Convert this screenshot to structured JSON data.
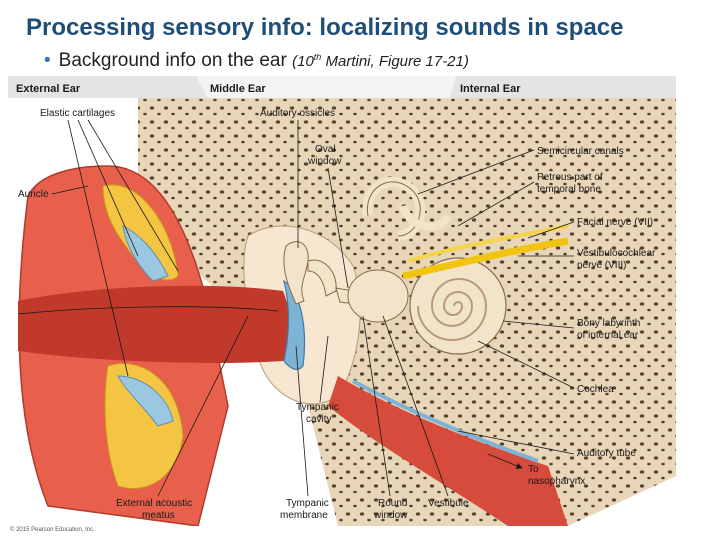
{
  "slide": {
    "title": "Processing sensory info: localizing sounds in space",
    "bullet_main": "Background info on the ear",
    "citation_open": "(10",
    "citation_sup": "th",
    "citation_close": " Martini, Figure 17-21)"
  },
  "figure": {
    "sections": {
      "external": "External Ear",
      "middle": "Middle Ear",
      "internal": "Internal Ear"
    },
    "labels": {
      "elastic_cartilages": "Elastic cartilages",
      "auricle": "Auricle",
      "auditory_ossicles": "Auditory ossicles",
      "oval_window_1": "Oval",
      "oval_window_2": "window",
      "semicircular_canals": "Semicircular canals",
      "petrous_1": "Petrous part of",
      "petrous_2": "temporal bone",
      "facial_nerve": "Facial nerve (VII)",
      "vestibulocochlear_1": "Vestibulocochlear",
      "vestibulocochlear_2": "nerve (VIII)",
      "bony_labyrinth_1": "Bony labyrinth",
      "bony_labyrinth_2": "of internal ear",
      "cochlea": "Cochlea",
      "tympanic_cavity_1": "Tympanic",
      "tympanic_cavity_2": "cavity",
      "auditory_tube": "Auditory tube",
      "to_nasopharynx_1": "To",
      "to_nasopharynx_2": "nasopharynx",
      "external_meatus_1": "External acoustic",
      "external_meatus_2": "meatus",
      "tympanic_membrane_1": "Tympanic",
      "tympanic_membrane_2": "membrane",
      "round_window_1": "Round",
      "round_window_2": "window",
      "vestibule": "Vestibule"
    },
    "copyright": "© 2015 Pearson Education, Inc."
  },
  "colors": {
    "title": "#1f4e79",
    "bullet": "#2e75b6",
    "skin": "#e8604c",
    "canal": "#c0392b",
    "bone": "#e8d6b8",
    "cartilage": "#f4c542",
    "membrane": "#7fb3d5",
    "nerve": "#f1c40f"
  }
}
